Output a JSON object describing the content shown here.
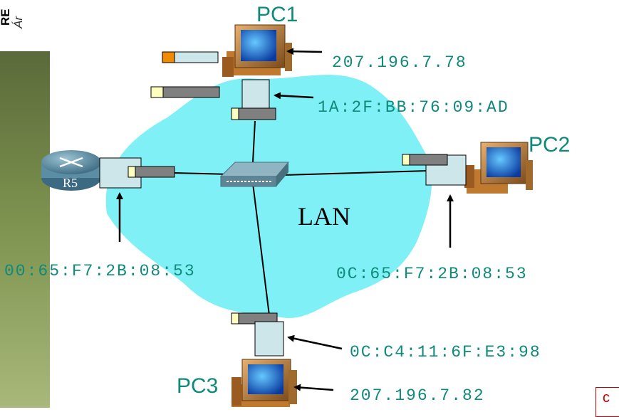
{
  "header": {
    "title": "RE",
    "subtitle": "Ár"
  },
  "diagram": {
    "lan_label": "LAN",
    "router": {
      "label": "R5",
      "mac": "00:65:F7:2B:08:53"
    },
    "pc1": {
      "label": "PC1",
      "ip": "207.196.7.78",
      "mac": "1A:2F:BB:76:09:AD"
    },
    "pc2": {
      "label": "PC2",
      "mac": "0C:65:F7:2B:08:53"
    },
    "pc3": {
      "label": "PC3",
      "ip": "207.196.7.82",
      "mac": "0C:C4:11:6F:E3:98"
    }
  },
  "corner_note": "c",
  "colors": {
    "text_teal": "#0f8a7a",
    "lan_cloud": "#7ff0f5",
    "sidebar": "#6f8045"
  }
}
